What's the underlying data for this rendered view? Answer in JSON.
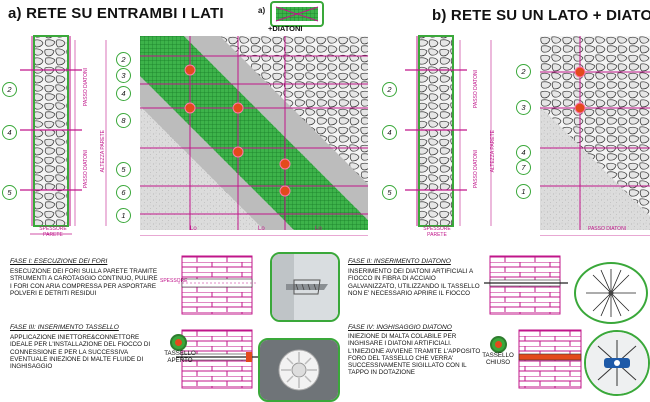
{
  "titles": {
    "a": "a) RETE SU ENTRAMBI I LATI",
    "b": "b) RETE SU UN LATO + DIATONI",
    "legend_letter": "a)",
    "legend_label": "+DIATONI"
  },
  "wall_labels": {
    "spessore_parete": "SPESSORE PARETE",
    "passo_diatoni": "PASSO DIATONI",
    "altezza_parete": "ALTEZZA PARETE",
    "lo": "Lo",
    "spessore_dim": "SPESSORE"
  },
  "markers_left": [
    "2",
    "4",
    "5"
  ],
  "markers_a": [
    "2",
    "3",
    "4",
    "8",
    "5",
    "6",
    "1"
  ],
  "markers_right": [
    "2",
    "4",
    "5"
  ],
  "markers_b": [
    "2",
    "3",
    "4",
    "7",
    "1"
  ],
  "phases": {
    "f1_title": "FASE I: ESECUZIONE DEI FORI",
    "f1_text": "ESECUZIONE DEI FORI SULLA PARETE TRAMITE STRUMENTI A CAROTAGGIO CONTINUO, PULIRE I FORI CON ARIA COMPRESSA PER ASPORTARE POLVERI E DETRITI RESIDUI",
    "f2_title": "FASE II: INSERIMENTO DIATONO",
    "f2_text": "INSERIMENTO DEI DIATONI ARTIFICIALI A FIOCCO IN FIBRA DI ACCIAIO GALVANIZZATO, UTILIZZANDO IL TASSELLO NON E' NECESSARIO APRIRE IL FIOCCO",
    "f3_title": "FASE III: INSERIMENTO TASSELLO",
    "f3_text": "APPLICAZIONE INIETTORE&CONNETTORE IDEALE PER L'INSTALLAZIONE DEL FIOCCO DI CONNESSIONE E PER LA SUCCESSIVA EVENTUALE INIEZIONE DI MALTE FLUIDE DI INGHISAGGIO",
    "f4_title": "FASE IV: INGHISAGGIO DIATONO",
    "f4_text": "INIEZIONE DI MALTA COLABILE PER INGHISARE I DIATONI ARTIFICIALI. L'INIEZIONE AVVIENE TRAMITE L'APPOSITO FORO DEL TASSELLO CHE VERRA' SUCCESSIVAMENTE SIGILLATO CON IL TAPPO IN DOTAZIONE"
  },
  "tags": {
    "open": "TASSELLO APERTO",
    "closed": "TASSELLO CHIUSO"
  },
  "colors": {
    "green": "#3aa83a",
    "magenta": "#c0168a",
    "orange": "#e34a1c",
    "grey_band": "#b9b9b9",
    "mesh_green": "#28a745"
  }
}
